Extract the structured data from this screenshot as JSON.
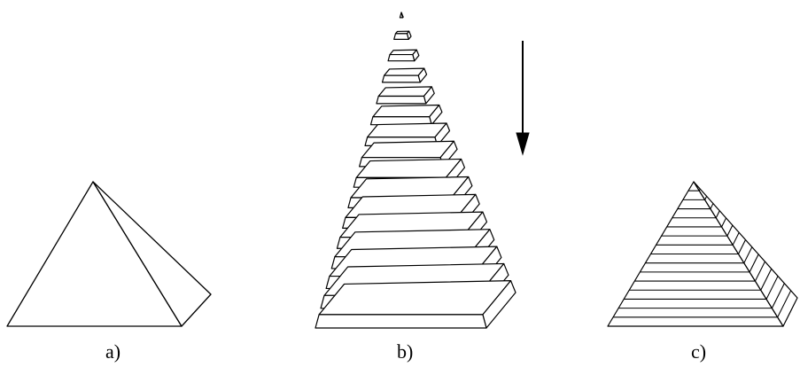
{
  "panels": [
    {
      "id": "a",
      "caption": "a)"
    },
    {
      "id": "b",
      "caption": "b)"
    },
    {
      "id": "c",
      "caption": "c)"
    }
  ],
  "colors": {
    "stroke": "#000000",
    "fill": "#ffffff"
  },
  "icons": {
    "direction_arrow": "arrow-down-icon"
  }
}
